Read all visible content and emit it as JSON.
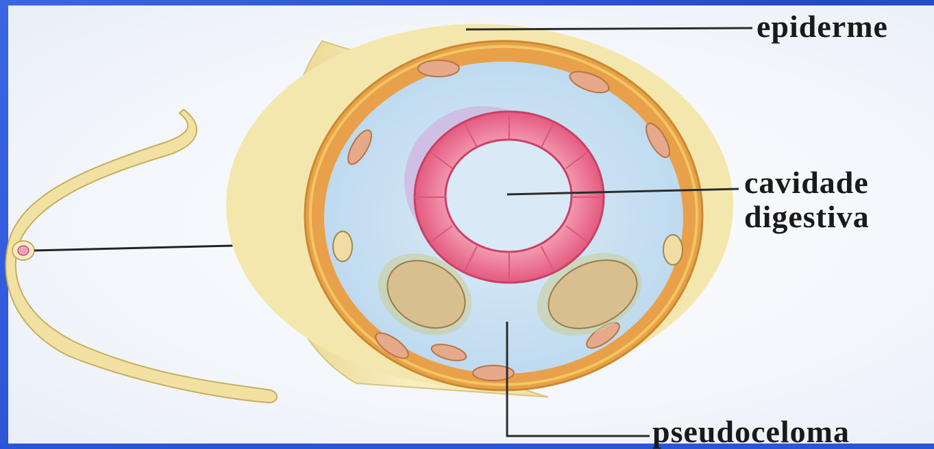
{
  "labels": {
    "epiderme": "epiderme",
    "cavidade_line1": "cavidade",
    "cavidade_line2": "digestiva",
    "pseudoceloma": "pseudoceloma"
  },
  "colors": {
    "border_blue": "#2a55d8",
    "epidermis": "#f3e6a6",
    "muscle_ring": "#e8a24a",
    "body_cavity": "#cfe4f4",
    "gut_pink": "#ee6f8f",
    "gonad_tan": "#d8bf8f",
    "worm": "#f1e2a3"
  }
}
